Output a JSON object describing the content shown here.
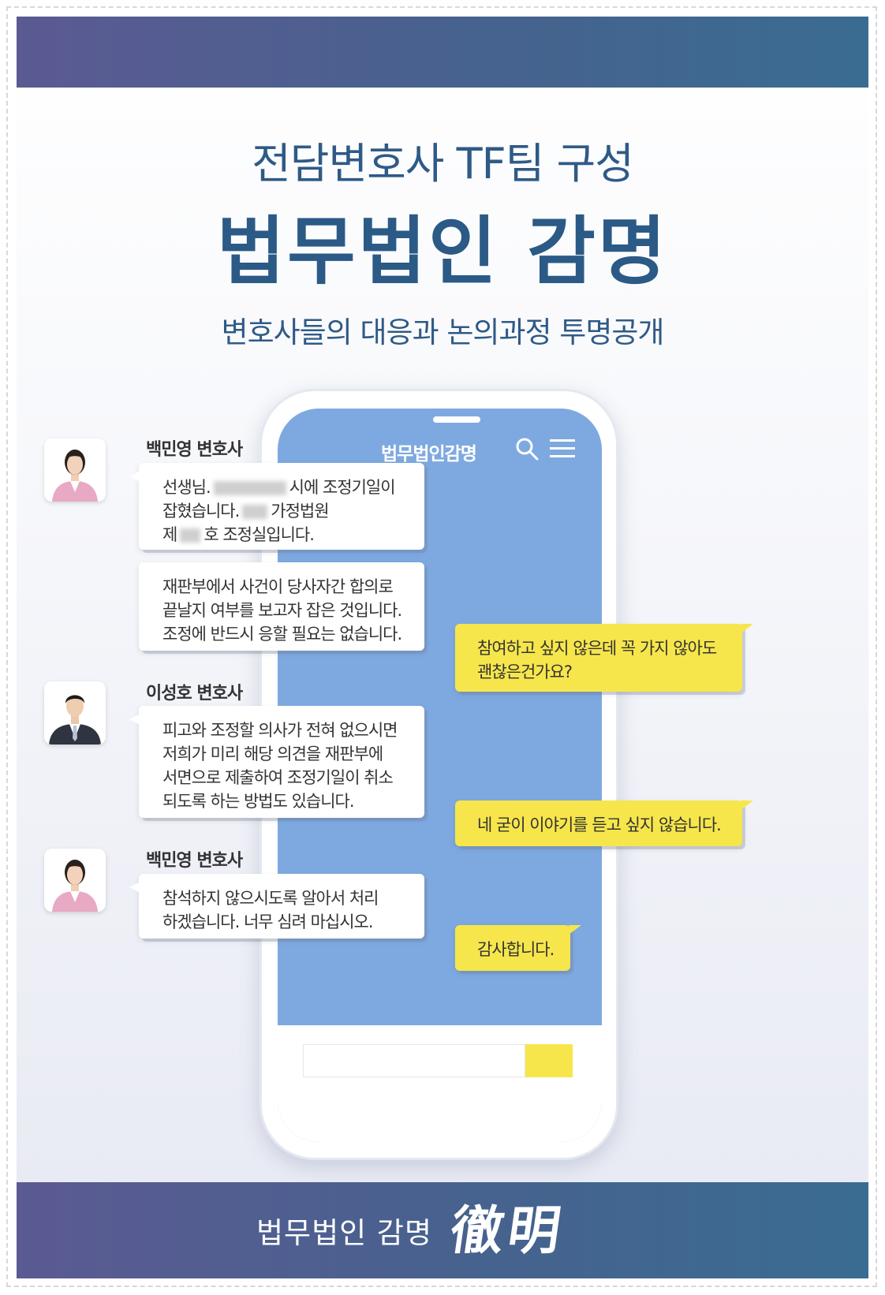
{
  "header": {
    "subtitle": "전담변호사 TF팀 구성",
    "title": "법무법인 감명",
    "tagline": "변호사들의 대응과 논의과정 투명공개"
  },
  "phone": {
    "app_title": "법무법인감명",
    "icons": [
      "search-icon",
      "menu-icon"
    ]
  },
  "chat": {
    "lawyers": [
      {
        "name": "백민영 변호사"
      },
      {
        "name": "이성호 변호사"
      },
      {
        "name": "백민영 변호사"
      }
    ],
    "messages": {
      "m1": {
        "line1a": "선생님.",
        "line1b": "시에 조정기일이",
        "line2a": "잡혔습니다.",
        "line2b": "가정법원",
        "line3a": "제",
        "line3b": "호 조정실입니다."
      },
      "m2": {
        "line1": "재판부에서 사건이 당사자간 합의로",
        "line2": "끝날지 여부를 보고자 잡은 것입니다.",
        "line3": "조정에 반드시 응할 필요는 없습니다."
      },
      "m3": {
        "line1": "피고와 조정할 의사가 전혀 없으시면",
        "line2": "저희가 미리 해당 의견을 재판부에",
        "line3": "서면으로 제출하여 조정기일이 취소",
        "line4": "되도록 하는 방법도 있습니다."
      },
      "m4": {
        "line1": "참석하지 않으시도록 알아서 처리",
        "line2": "하겠습니다. 너무 심려 마십시오."
      },
      "r1": {
        "line1": "참여하고 싶지 않은데 꼭 가지 않아도",
        "line2": "괜찮은건가요?"
      },
      "r2": {
        "line1": "네 굳이 이야기를 듣고 싶지 않습니다."
      },
      "r3": {
        "line1": "감사합니다."
      }
    },
    "colors": {
      "screen": "#7ea9e0",
      "client_bubble": "#f6e64b",
      "brand": "#2b5a86"
    }
  },
  "footer": {
    "firm_name": "법무법인 감명",
    "logo_hanja": "徹明"
  }
}
